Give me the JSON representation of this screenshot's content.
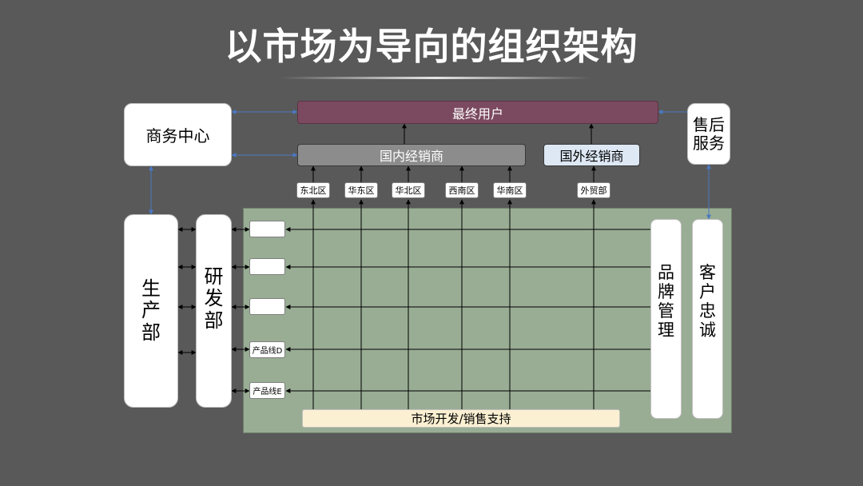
{
  "title": "以市场为导向的组织架构",
  "end_user": "最终用户",
  "business_center": "商务中心",
  "after_sales": "售后服务",
  "domestic_distributor": "国内经销商",
  "foreign_distributor": "国外经销商",
  "regions": [
    "东北区",
    "华东区",
    "华北区",
    "西南区",
    "华南区",
    "外贸部"
  ],
  "production": "生产部",
  "rnd": "研发部",
  "product_lines": [
    "",
    "",
    "",
    "产品线D",
    "产品线E"
  ],
  "brand_management": "品牌管理",
  "customer_loyalty": "客户忠诚",
  "market_support": "市场开发/销售支持",
  "colors": {
    "background": "#595959",
    "end_user_fill": "#7b4a60",
    "domestic_fill": "#8c8c8c",
    "foreign_fill": "#dde8f4",
    "matrix_fill": "#99ad94",
    "support_fill": "#fbf0d2"
  }
}
